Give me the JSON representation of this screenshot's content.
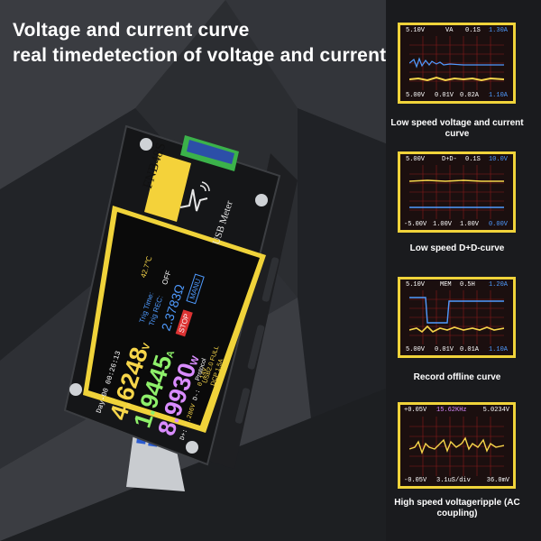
{
  "headline": {
    "line1": "Voltage and current curve",
    "line2": "real timedetection of voltage and current"
  },
  "device": {
    "model": "FNB48S",
    "brand": "USB Meter",
    "temp": "42.7℃",
    "time": "Day-00 00:26:13",
    "voltage": "4.6248",
    "voltage_unit": "V",
    "current": "1.9445",
    "current_unit": "A",
    "power": "8.9930",
    "power_unit": "W",
    "trig_time": "Trig Time:",
    "trig_rec": "Trig REC:",
    "trig_state": "OFF",
    "reading": "2.3783Ω",
    "stop": "STOP",
    "mode": "MANU",
    "dp": "D+:",
    "dp_val": "3.286V",
    "dm": "D-:",
    "dm_val": "0.14V",
    "protocol": "Protocol",
    "pd": "USB2.0 FULL",
    "dcp": "DCP 1.5A"
  },
  "panels": [
    {
      "caption": "Low speed voltage and current curve",
      "top_left": "5.10V",
      "top_mid1": "VA",
      "top_mid2": "0.1S",
      "top_right": "1.30A",
      "bot_left": "5.00V",
      "bot_mid1": "0.01V",
      "bot_mid2": "0.02A",
      "bot_right": "1.10A"
    },
    {
      "caption": "Low speed D+D-curve",
      "top_left": "5.00V",
      "top_mid1": "D+D-",
      "top_mid2": "0.1S",
      "top_right": "10.0V",
      "bot_left": "-5.00V",
      "bot_mid1": "1.00V",
      "bot_mid2": "1.00V",
      "bot_right": "0.00V"
    },
    {
      "caption": "Record offline curve",
      "top_left": "5.10V",
      "top_mid1": "MEM",
      "top_mid2": "0.5H",
      "top_right": "1.20A",
      "bot_left": "5.00V",
      "bot_mid1": "0.01V",
      "bot_mid2": "0.01A",
      "bot_right": "1.10A"
    },
    {
      "caption": "High speed voltageripple (AC coupling)",
      "top_left": "+0.05V",
      "top_mid1": "15.62KHz",
      "top_mid2": "",
      "top_right": "5.0234V",
      "bot_left": "-0.05V",
      "bot_mid1": "3.1uS/div",
      "bot_mid2": "",
      "bot_right": "36.0mV"
    }
  ],
  "colors": {
    "frame": "#f0d33a",
    "grid": "#8a1a1a",
    "voltage_trace": "#4f9bff",
    "current_trace": "#f7d64a"
  }
}
